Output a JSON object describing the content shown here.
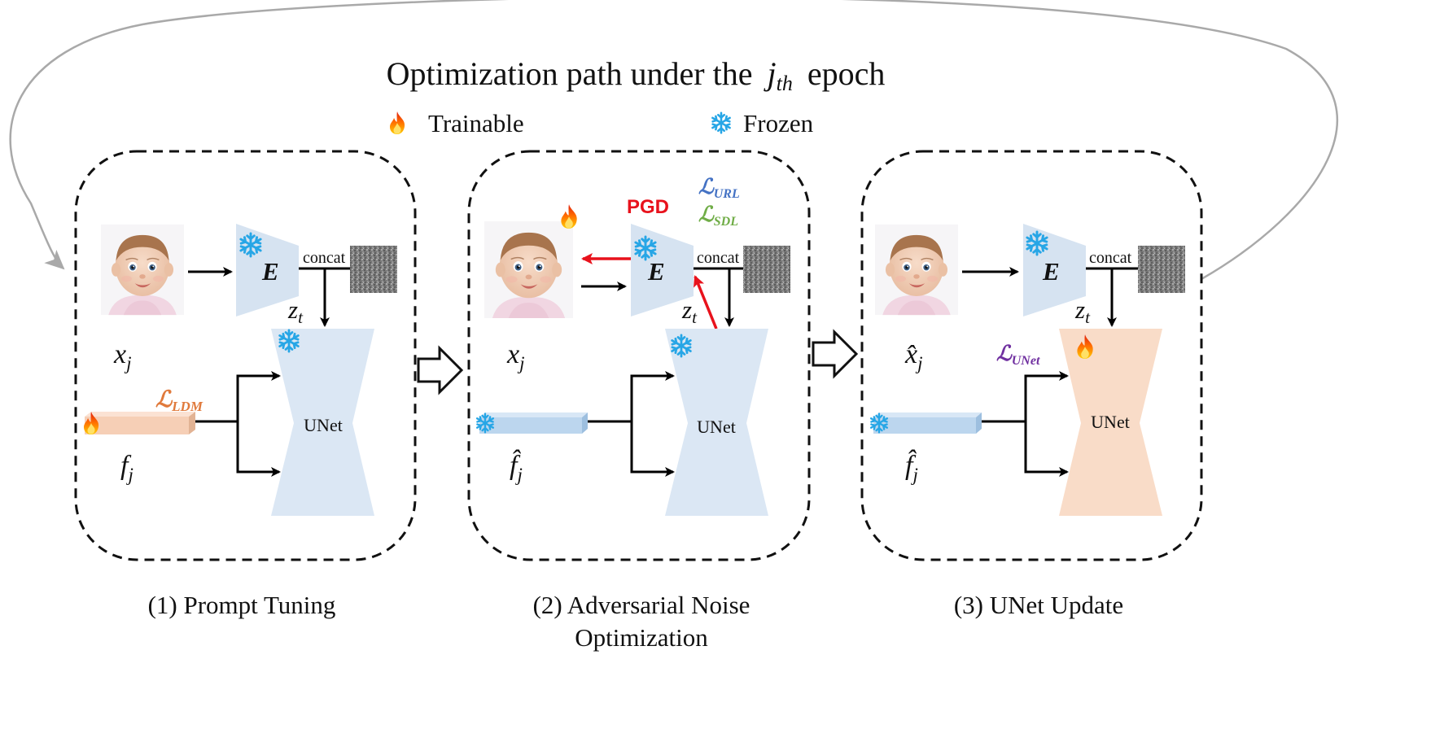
{
  "title": {
    "prefix": "Optimization path under the",
    "var": "j",
    "sub": "th",
    "suffix": "epoch"
  },
  "legend": {
    "trainable": "Trainable",
    "frozen": "Frozen",
    "trainable_icon": "fire-icon",
    "frozen_icon": "snowflake-icon"
  },
  "labels": {
    "encoder": "E",
    "concat": "concat",
    "zt_var": "z",
    "zt_sub": "t",
    "unet": "UNet",
    "pgd": "PGD",
    "xj_var": "x",
    "xhat_var": "x̂",
    "j_sub": "j",
    "fj_var": "f",
    "fhat_var": "f̂"
  },
  "losses": {
    "ldm": "ℒ",
    "ldm_sub": "LDM",
    "url": "ℒ",
    "url_sub": "URL",
    "sdl": "ℒ",
    "sdl_sub": "SDL",
    "unet": "ℒ",
    "unet_sub": "UNet"
  },
  "panels": {
    "p1_caption": "(1) Prompt Tuning",
    "p2_caption_line1": "(2) Adversarial Noise",
    "p2_caption_line2": "Optimization",
    "p3_caption": "(3) UNet Update"
  },
  "colors": {
    "encoder_fill": "#d6e3f1",
    "unet_frozen_fill": "#dbe7f4",
    "unet_trainable_fill": "#f9dcc8",
    "prompt_trainable_fill": "#f6cfb6",
    "prompt_frozen_fill": "#bcd6ee",
    "ldm_loss": "#e07a3c",
    "url_loss": "#4472c4",
    "sdl_loss": "#70ad47",
    "unet_loss": "#7030a0",
    "pgd": "#e8121c",
    "snow": "#27a6e6"
  }
}
